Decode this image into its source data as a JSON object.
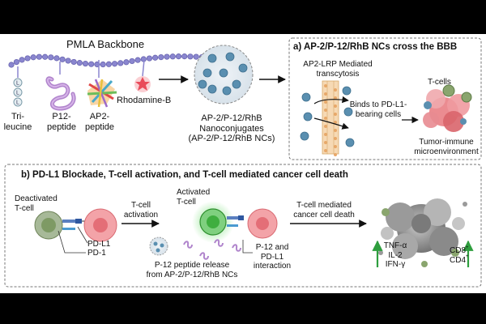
{
  "top": {
    "backbone_label": "PMLA Backbone",
    "components": {
      "trileucine": "Tri-\nleucine",
      "p12": "P12-\npeptide",
      "ap2": "AP2-\npeptide",
      "rhodamine": "Rhodamine-B"
    },
    "nanoconjugate_label": "AP-2/P-12/RhB\nNanoconjugates\n(AP-2/P-12/RhB NCs)"
  },
  "panel_a": {
    "title": "a) AP-2/P-12/RhB NCs cross the BBB",
    "transcytosis": "AP2-LRP Mediated\ntranscytosis",
    "binds": "Binds to PD-L1-\nbearing cells",
    "tcells": "T-cells",
    "tumor": "Tumor-immune\nmicroenvironment"
  },
  "panel_b": {
    "title": "b) PD-L1 Blockade, T-cell activation, and T-cell mediated cancer cell death",
    "deactivated": "Deactivated\nT-cell",
    "pdl1": "PD-L1",
    "pd1": "PD-1",
    "tcell_activation": "T-cell\nactivation",
    "activated": "Activated\nT-cell",
    "release": "P-12 peptide release\nfrom AP-2/P-12/RhB NCs",
    "interaction": "P-12 and\nPD-L1\ninteraction",
    "death": "T-cell mediated\ncancer cell death",
    "cytokines": "TNF-α\nIL-2\nIFN-γ",
    "markers": "CD8\nCD4",
    "marker_sup": "+\n+"
  },
  "colors": {
    "backbone": "#8a86cf",
    "p12": "#b084cc",
    "rhodamine": "#e94b5a",
    "nc_particle": "#5a8fb0",
    "tcell": "#8aa56e",
    "activated_tcell": "#3fae3f",
    "cancer_cell": "#e7787e",
    "up_arrow": "#2e9e3e"
  }
}
